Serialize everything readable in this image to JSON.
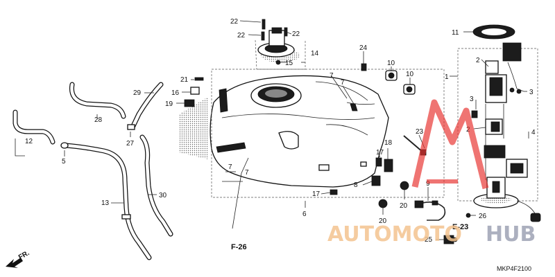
{
  "callouts": {
    "c1": "1",
    "c2a": "2",
    "c2b": "2",
    "c3a": "3",
    "c3b": "3",
    "c4": "4",
    "c5": "5",
    "c6": "6",
    "c7a": "7",
    "c7b": "7",
    "c7c": "7",
    "c7d": "7",
    "c8": "8",
    "c9": "9",
    "c10a": "10",
    "c10b": "10",
    "c11": "11",
    "c12": "12",
    "c13": "13",
    "c14": "14",
    "c15": "15",
    "c16": "16",
    "c17a": "17",
    "c17b": "17",
    "c18": "18",
    "c19": "19",
    "c20a": "20",
    "c20b": "20",
    "c21": "21",
    "c22a": "22",
    "c22b": "22",
    "c22c": "22",
    "c23": "23",
    "c24": "24",
    "c25": "25",
    "c26": "26",
    "c27": "27",
    "c28": "28",
    "c29": "29",
    "c30": "30"
  },
  "refs": {
    "f26": "F-26",
    "e23": "E-23"
  },
  "direction": {
    "label": "FR."
  },
  "diagram_code": "MKP4F2100",
  "watermark": {
    "text_part1": "AUTOMOTO",
    "text_part2": "HUB",
    "color_primary": "#f4c490",
    "color_secondary": "#9ea3b5",
    "logo_color": "#e8322f"
  }
}
